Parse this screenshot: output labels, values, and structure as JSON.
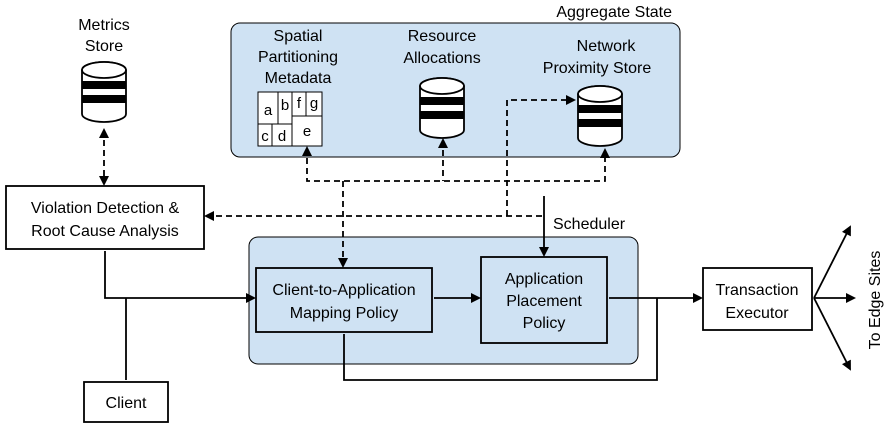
{
  "colors": {
    "panel_fill": "#cfe2f3",
    "stroke": "#000000",
    "background": "#ffffff"
  },
  "aggregate_state": {
    "title": "Aggregate State",
    "spatial": {
      "line1": "Spatial",
      "line2": "Partitioning",
      "line3": "Metadata",
      "cells": {
        "a": "a",
        "b": "b",
        "c": "c",
        "d": "d",
        "e": "e",
        "f": "f",
        "g": "g"
      }
    },
    "resource": {
      "line1": "Resource",
      "line2": "Allocations"
    },
    "network": {
      "line1": "Network",
      "line2": "Proximity Store"
    }
  },
  "metrics_store": {
    "line1": "Metrics",
    "line2": "Store"
  },
  "violation": {
    "line1": "Violation Detection &",
    "line2": "Root Cause Analysis"
  },
  "scheduler": {
    "title": "Scheduler",
    "mapping": {
      "line1": "Client-to-Application",
      "line2": "Mapping Policy"
    },
    "placement": {
      "line1": "Application",
      "line2": "Placement",
      "line3": "Policy"
    }
  },
  "executor": {
    "line1": "Transaction",
    "line2": "Executor"
  },
  "client": {
    "label": "Client"
  },
  "edge": {
    "label": "To Edge Sites"
  },
  "icons": {
    "database": "database-cylinder-icon",
    "arrow": "arrowhead"
  }
}
